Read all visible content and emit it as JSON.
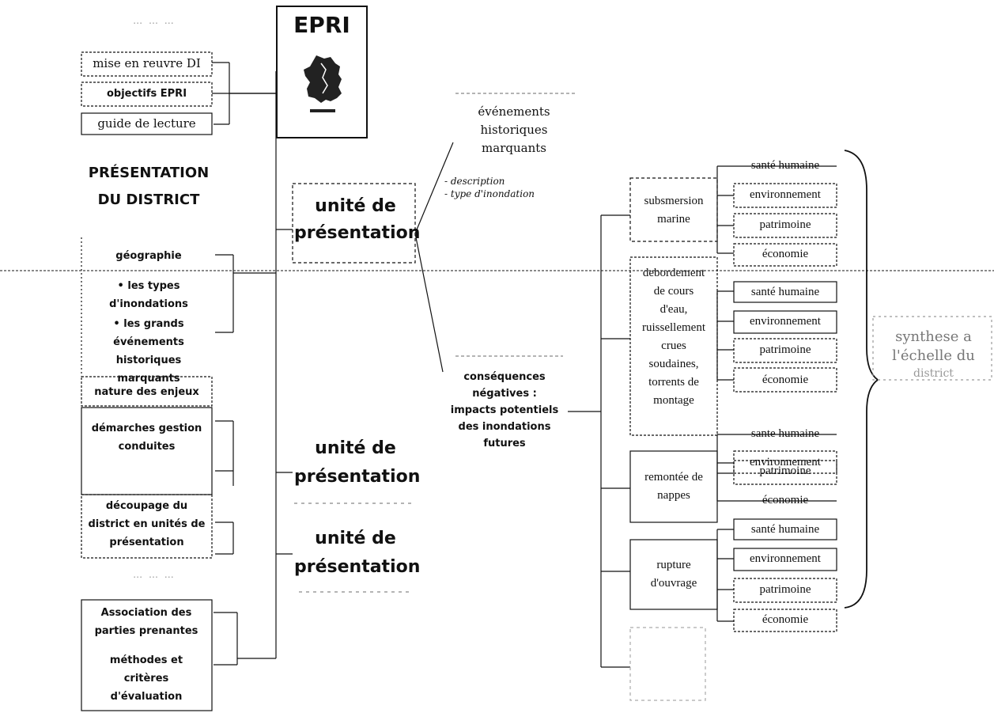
{
  "left": {
    "intro_items": [
      "mise en reuvre DI",
      "objectifs EPRI",
      "guide de lecture"
    ],
    "section_title_1": "PRÉSENTATION",
    "section_title_2": "DU DISTRICT",
    "district_items": [
      "géographie",
      "• les types d'inondations",
      "• les grands événements historiques marquants"
    ],
    "district_items2": [
      "nature des enjeux",
      "démarches gestion conduites",
      "découpage du district en unités de présentation"
    ],
    "method_items": [
      "Association des parties prenantes",
      "méthodes et critères d'évaluation"
    ]
  },
  "epri": {
    "title": "EPRI"
  },
  "units": {
    "label_1": "unité de",
    "label_2": "présentation"
  },
  "events": {
    "title_1": "événements",
    "title_2": "historiques",
    "title_3": "marquants",
    "notes": [
      "- description",
      "- type d'inondation"
    ]
  },
  "consequences": {
    "lines": [
      "conséquences",
      "négatives :",
      "impacts potentiels",
      "des inondations",
      "futures"
    ]
  },
  "flood_types": [
    [
      "subsmersion",
      "marine"
    ],
    [
      "debordement",
      "de cours",
      "d'eau,",
      "ruissellement",
      "crues",
      "soudaines,",
      "torrents de",
      "montage"
    ],
    [
      "remontée de",
      "nappes"
    ],
    [
      "rupture",
      "d'ouvrage"
    ]
  ],
  "impacts": {
    "g1": [
      "santé humaine",
      "environnement",
      "patrimoine",
      "économie"
    ],
    "g2": [
      "santé humaine",
      "environnement",
      "patrimoine",
      "économie"
    ],
    "g3": [
      "sante humaine",
      "environnement",
      "patrimoine",
      "économie"
    ],
    "g4": [
      "santé humaine",
      "environnement",
      "patrimoine",
      "économie"
    ]
  },
  "synthesis": {
    "lines": [
      "synthese a",
      "l'échelle du",
      "district"
    ]
  }
}
